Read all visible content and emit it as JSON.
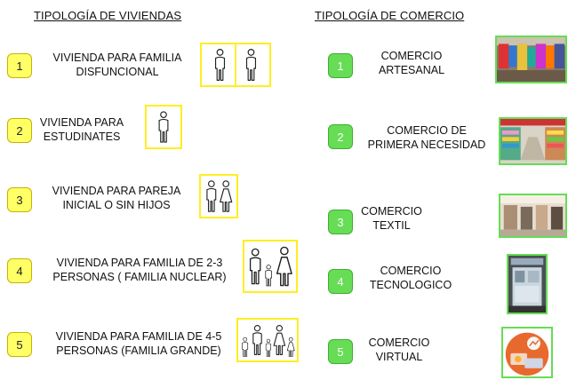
{
  "housing": {
    "title": "TIPOLOGÍA DE VIVIENDAS",
    "items": [
      {
        "number": "1",
        "line1": "VIVIENDA PARA FAMILIA",
        "line2": "DISFUNCIONAL"
      },
      {
        "number": "2",
        "line1": "VIVIENDA PARA",
        "line2": "ESTUDINATES"
      },
      {
        "number": "3",
        "line1": "VIVIENDA PARA PAREJA",
        "line2": "INICIAL O SIN HIJOS"
      },
      {
        "number": "4",
        "line1": "VIVIENDA PARA FAMILIA DE 2-3",
        "line2": "PERSONAS ( FAMILIA NUCLEAR)"
      },
      {
        "number": "5",
        "line1": "VIVIENDA PARA FAMILIA DE 4-5",
        "line2": "PERSONAS (FAMILIA GRANDE)"
      }
    ]
  },
  "commerce": {
    "title": "TIPOLOGÍA DE COMERCIO",
    "items": [
      {
        "number": "1",
        "line1": "COMERCIO",
        "line2": "ARTESANAL"
      },
      {
        "number": "2",
        "line1": "COMERCIO DE",
        "line2": "PRIMERA NECESIDAD"
      },
      {
        "number": "3",
        "line1": "COMERCIO",
        "line2": "TEXTIL"
      },
      {
        "number": "4",
        "line1": "COMERCIO",
        "line2": "TECNOLOGICO"
      },
      {
        "number": "5",
        "line1": "COMERCIO",
        "line2": "VIRTUAL"
      }
    ]
  },
  "colors": {
    "housing_badge": "#ffff66",
    "housing_icon_border": "#ffee22",
    "commerce_badge": "#66dd55",
    "commerce_photo_border": "#66dd55"
  },
  "icons": [
    "person-icon",
    "couple-icon",
    "family-icon",
    "large-family-icon"
  ]
}
